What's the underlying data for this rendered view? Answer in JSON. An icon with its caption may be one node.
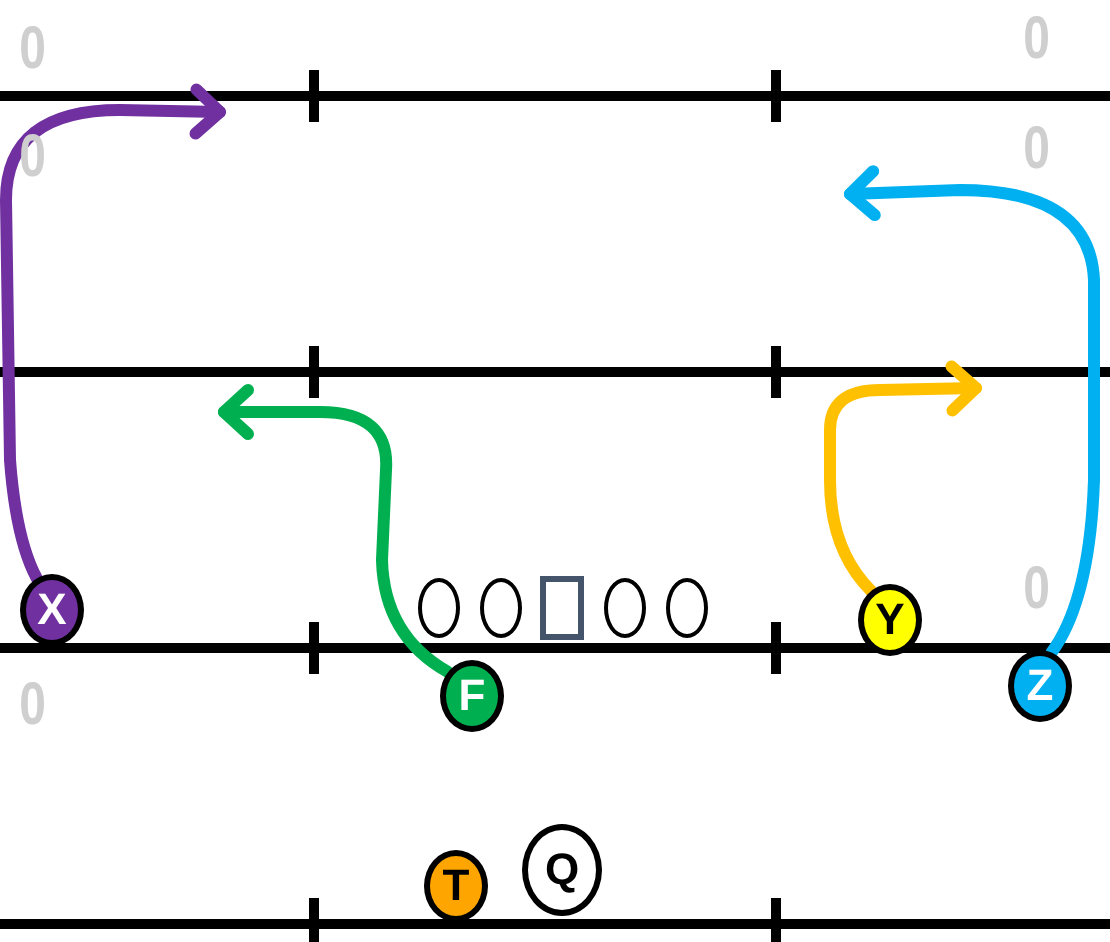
{
  "diagram": {
    "nodes": [
      {
        "text": [
          "X"
        ]
      },
      {
        "text": [],
        "shape": "circle"
      },
      {
        "text": [],
        "shape": "circle"
      },
      {
        "text": [],
        "shape": "box"
      },
      {
        "text": [],
        "shape": "circle"
      },
      {
        "text": [],
        "shape": "circle"
      },
      {
        "text": [
          "Y"
        ]
      },
      {
        "text": [
          "F"
        ]
      },
      {
        "text": [
          "Z"
        ]
      },
      {
        "text": [
          "Q"
        ]
      },
      {
        "text": [
          "T"
        ]
      }
    ],
    "edges": [
      {
        "from": 0,
        "to": null,
        "arrow": "to",
        "color": "#7030a0"
      },
      {
        "from": 8,
        "to": null,
        "arrow": "to",
        "color": "#00b0f0"
      },
      {
        "from": 6,
        "to": null,
        "arrow": "to",
        "color": "#ffc000"
      },
      {
        "from": 7,
        "to": null,
        "arrow": "to",
        "color": "#00b050"
      }
    ],
    "labels": [
      "0",
      "0",
      "0",
      "0",
      "0",
      "0"
    ]
  }
}
